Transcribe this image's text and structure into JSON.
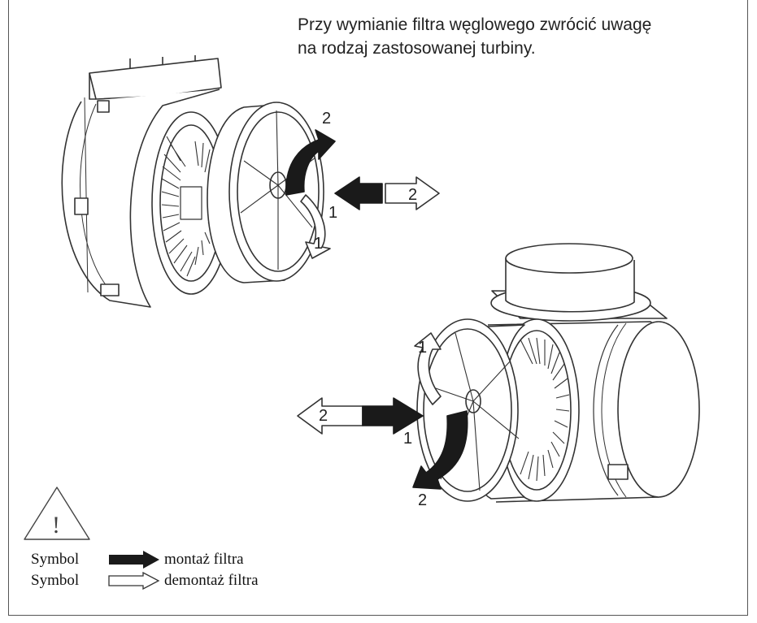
{
  "note": {
    "line1": "Przy wymianie filtra węglowego zwrócić uwagę",
    "line2": "na rodzaj zastosowanej turbiny."
  },
  "step_labels": {
    "top_rotate": "2",
    "top_push": "1",
    "top_pull": "2",
    "top_rotate_back": "1",
    "bottom_rotate_back": "1",
    "bottom_pull": "2",
    "bottom_push": "1",
    "bottom_rotate": "2"
  },
  "warning": {
    "glyph": "!"
  },
  "legend": {
    "rows": [
      {
        "symbol": "Symbol",
        "text": "montaż filtra"
      },
      {
        "symbol": "Symbol",
        "text": "demontaż filtra"
      }
    ]
  },
  "colors": {
    "mount_arrow": "#1a1a1a",
    "dismount_arrow": "#ffffff",
    "line": "#333333"
  }
}
